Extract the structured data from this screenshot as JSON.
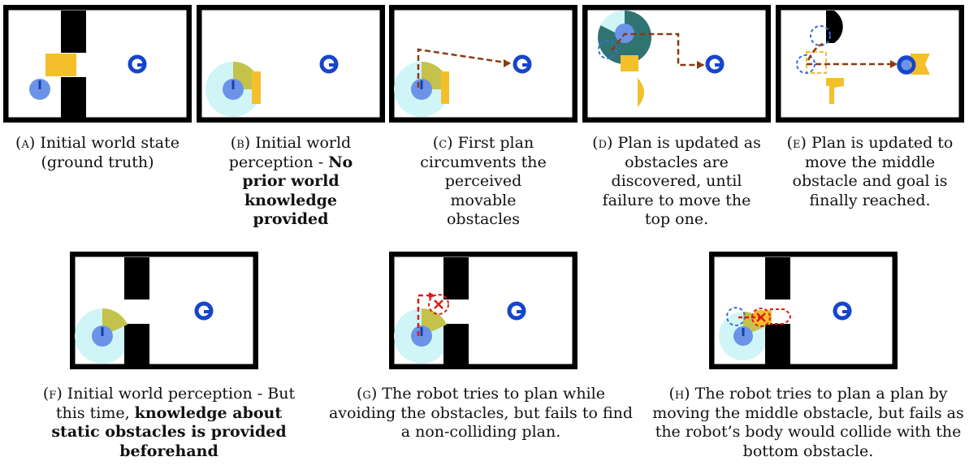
{
  "panels": [
    {
      "id": "a",
      "label": "(a)",
      "caption": [
        {
          "t": "Initial world state (ground truth)",
          "b": false
        }
      ]
    },
    {
      "id": "b",
      "label": "(b)",
      "caption": [
        {
          "t": "Initial world perception - ",
          "b": false
        },
        {
          "t": "No prior world knowledge provided",
          "b": true
        }
      ]
    },
    {
      "id": "c",
      "label": "(c)",
      "caption": [
        {
          "t": "First plan circumvents the perceived movable obstacles",
          "b": false
        }
      ]
    },
    {
      "id": "d",
      "label": "(d)",
      "caption": [
        {
          "t": "Plan is updated as obstacles are discovered, until failure to move the top one.",
          "b": false
        }
      ]
    },
    {
      "id": "e",
      "label": "(e)",
      "caption": [
        {
          "t": "Plan is updated to move the middle obstacle and goal is finally reached.",
          "b": false
        }
      ]
    },
    {
      "id": "f",
      "label": "(f)",
      "caption": [
        {
          "t": "Initial world perception - But this time, ",
          "b": false
        },
        {
          "t": "knowledge about static obstacles is provided beforehand",
          "b": true
        }
      ]
    },
    {
      "id": "g",
      "label": "(g)",
      "caption": [
        {
          "t": "The robot tries to plan while avoiding the obstacles, but fails to find a non-colliding plan.",
          "b": false
        }
      ]
    },
    {
      "id": "h",
      "label": "(h)",
      "caption": [
        {
          "t": "The robot tries to plan a plan by moving the middle obstacle, but fails as the robot’s body would collide with the bottom obstacle.",
          "b": false
        }
      ]
    }
  ],
  "colors": {
    "frame": "#000000",
    "wall": "#000000",
    "robot": "#6b94e8",
    "robot_heading": "#1a3ea8",
    "goal": "#1645cc",
    "movable_obstacle": "#f3c02c",
    "perceived_sector": "#c4c24a",
    "sensor_range": "#cff5f7",
    "plan_path": "#8a3a12",
    "failure": "#e01919",
    "past_pose": "#3a6ed6"
  }
}
